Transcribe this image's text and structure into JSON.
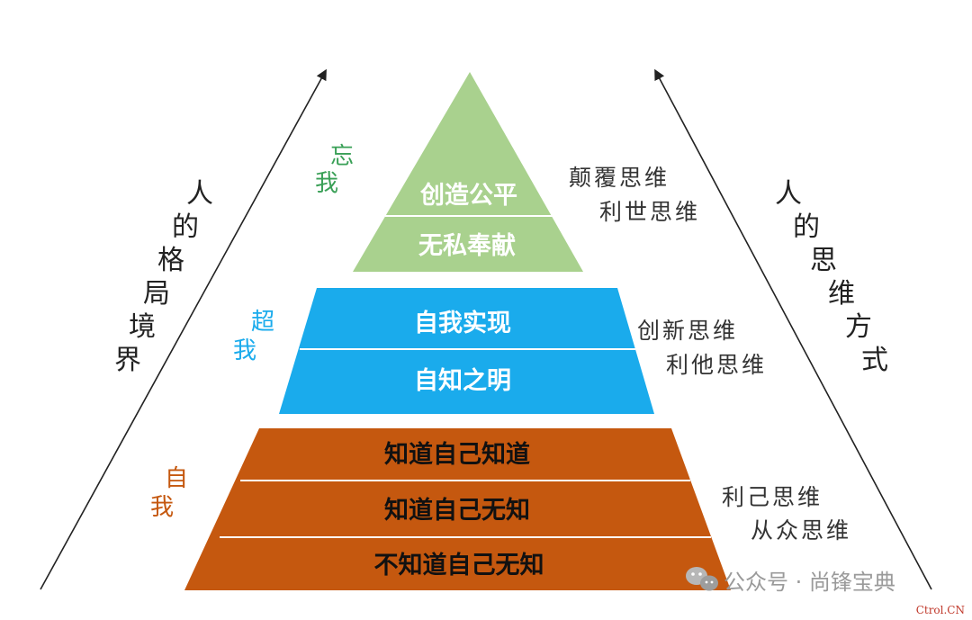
{
  "colors": {
    "top": "#a9d18e",
    "middle": "#1aabec",
    "bottom": "#c5580f",
    "label_top": "#3aa057",
    "label_middle": "#1aabec",
    "label_bottom": "#c5580f",
    "arrow": "#222222",
    "divider": "#ffffff"
  },
  "left_axis": {
    "text": [
      "人",
      "的",
      "格",
      "局",
      "境",
      "界"
    ]
  },
  "right_axis": {
    "text": [
      "人",
      "的",
      "思",
      "维",
      "方",
      "式"
    ]
  },
  "tiers": {
    "top": {
      "label": [
        "忘",
        "我"
      ],
      "bands": [
        "创造公平",
        "无私奉献"
      ],
      "thinking": [
        "颠覆思维",
        "利世思维"
      ]
    },
    "middle": {
      "label": [
        "超",
        "我"
      ],
      "bands": [
        "自我实现",
        "自知之明"
      ],
      "thinking": [
        "创新思维",
        "利他思维"
      ]
    },
    "bottom": {
      "label": [
        "自",
        "我"
      ],
      "bands": [
        "知道自己知道",
        "知道自己无知",
        "不知道自己无知"
      ],
      "thinking": [
        "利己思维",
        "从众思维"
      ]
    }
  },
  "watermark": {
    "icon": "wechat-icon",
    "text": "公众号 · 尚锋宝典",
    "site": "Ctrol.CN"
  }
}
